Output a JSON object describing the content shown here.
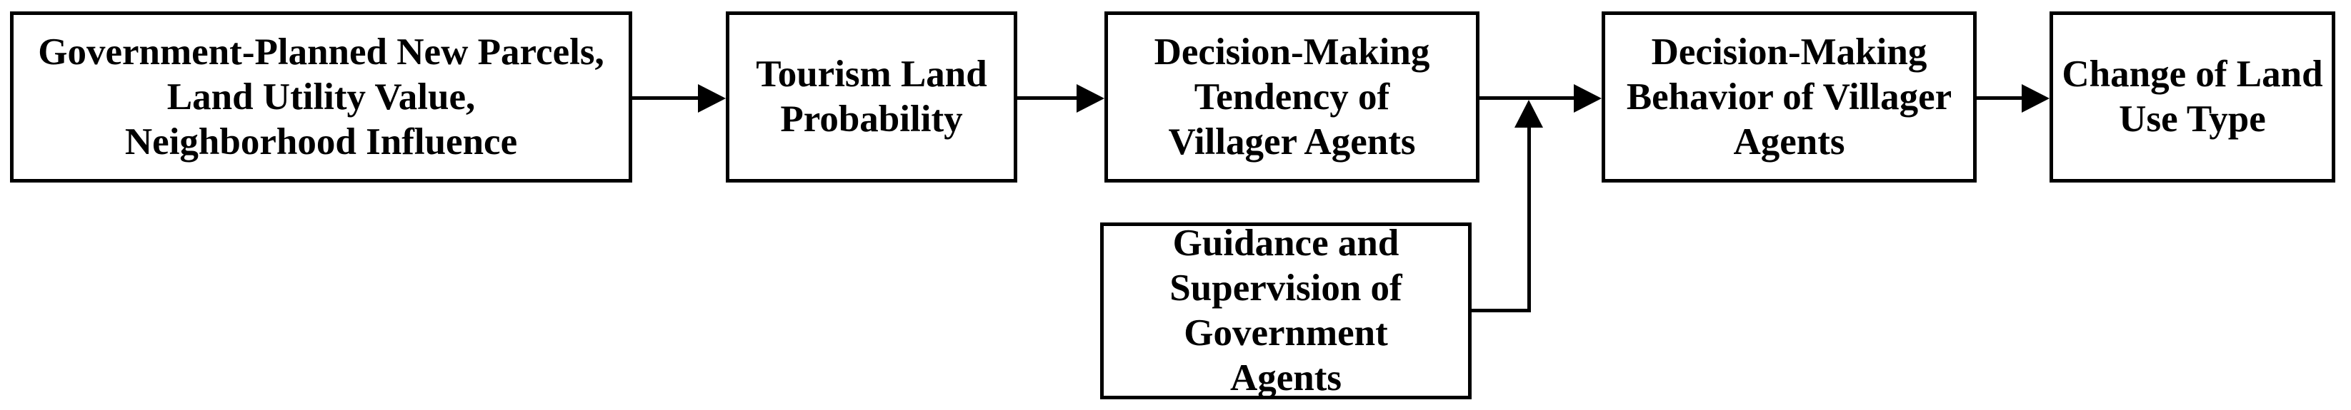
{
  "figure": {
    "type": "flowchart",
    "colors": {
      "background": "#ffffff",
      "stroke": "#000000",
      "text": "#000000"
    },
    "nodes": [
      {
        "id": "inputs",
        "label": "Government-Planned New Parcels,\nLand Utility Value,\nNeighborhood Influence"
      },
      {
        "id": "tourism",
        "label": "Tourism Land\nProbability"
      },
      {
        "id": "tendency",
        "label": "Decision-Making\nTendency of\nVillager Agents"
      },
      {
        "id": "behavior",
        "label": "Decision-Making\nBehavior of Villager\nAgents"
      },
      {
        "id": "change",
        "label": "Change of Land\nUse Type"
      },
      {
        "id": "guidance",
        "label": "Guidance and\nSupervision of\nGovernment\nAgents"
      }
    ],
    "connectors": [
      {
        "from": "inputs",
        "to": "tourism",
        "style": "arrow-right"
      },
      {
        "from": "tourism",
        "to": "tendency",
        "style": "arrow-right"
      },
      {
        "from": "tendency",
        "to": "behavior",
        "style": "arrow-right"
      },
      {
        "from": "behavior",
        "to": "change",
        "style": "arrow-right"
      },
      {
        "from": "guidance",
        "to": "tendency-behavior-arrow",
        "style": "elbow-up-arrow"
      }
    ]
  }
}
